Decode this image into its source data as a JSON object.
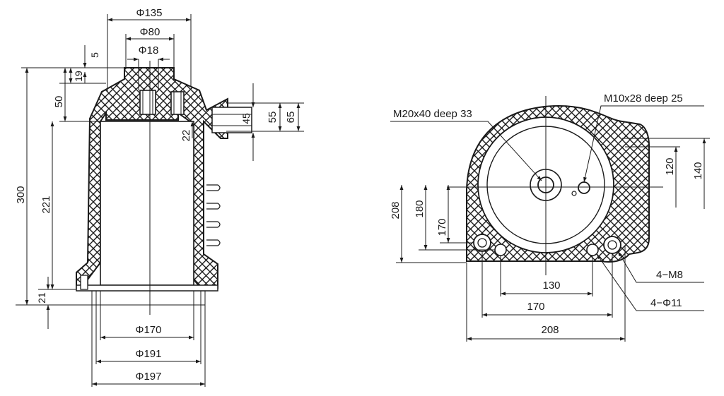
{
  "side_view": {
    "dim_phi135": "Φ135",
    "dim_phi80": "Φ80",
    "dim_phi18": "Φ18",
    "dim_5": "5",
    "dim_19": "19",
    "dim_50": "50",
    "dim_300": "300",
    "dim_221": "221",
    "dim_21": "21",
    "dim_22": "22",
    "dim_45": "45",
    "dim_55": "55",
    "dim_65": "65",
    "dim_phi170": "Φ170",
    "dim_phi191": "Φ191",
    "dim_phi197": "Φ197"
  },
  "top_view": {
    "note_m20": "M20x40 deep 33",
    "note_m10": "M10x28 deep 25",
    "dim_120": "120",
    "dim_140": "140",
    "dim_208v": "208",
    "dim_180": "180",
    "dim_170v": "170",
    "dim_130": "130",
    "dim_170h": "170",
    "dim_208h": "208",
    "note_4m8": "4−M8",
    "note_4phi11": "4−Φ11"
  }
}
